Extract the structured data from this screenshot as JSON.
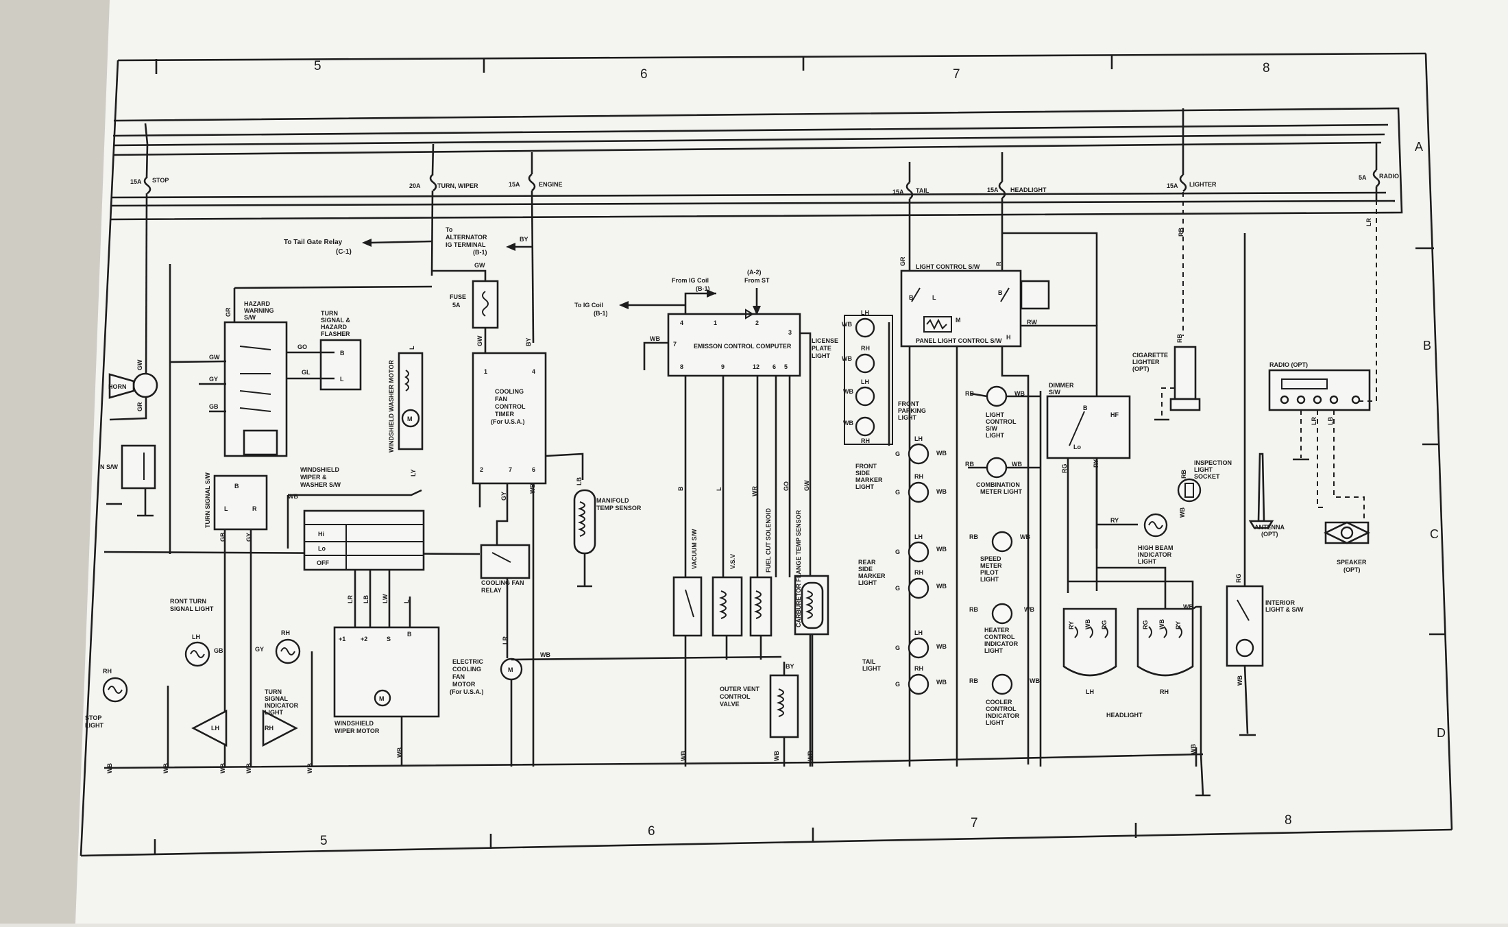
{
  "zones_top": [
    "5",
    "6",
    "7",
    "8"
  ],
  "zones_bottom": [
    "5",
    "6",
    "7",
    "8"
  ],
  "rows": [
    "A",
    "B",
    "C",
    "D"
  ],
  "fuses": [
    {
      "amp": "15A",
      "name": "STOP"
    },
    {
      "amp": "20A",
      "name": "TURN, WIPER"
    },
    {
      "amp": "15A",
      "name": "ENGINE"
    },
    {
      "amp": "15A",
      "name": "TAIL"
    },
    {
      "amp": "15A",
      "name": "HEADLIGHT"
    },
    {
      "amp": "15A",
      "name": "LIGHTER"
    },
    {
      "amp": "5A",
      "name": "RADIO"
    }
  ],
  "refs": {
    "tail_gate": "To Tail Gate Relay",
    "tail_gate_code": "(C-1)",
    "alt_to": "To",
    "alt_name": "ALTERNATOR",
    "alt_ig": "IG TERMINAL",
    "alt_code": "(B-1)",
    "ig_coil_to": "To IG Coil",
    "ig_coil_code": "(B-1)",
    "from_ig": "From IG Coil",
    "from_ig_code": "(B-1)",
    "from_st_code": "(A-2)",
    "from_st": "From ST"
  },
  "components": {
    "hazard": [
      "HAZARD",
      "WARNING",
      "S/W"
    ],
    "flasher": [
      "TURN",
      "SIGNAL &",
      "HAZARD",
      "FLASHER"
    ],
    "horn": "HORN",
    "horn_sw": "N S/W",
    "turn_sw": "TURN SIGNAL S/W",
    "washer_motor": "WINDSHIELD WASHER MOTOR",
    "wiper_sw": [
      "WINDSHIELD",
      "WIPER &",
      "WASHER S/W"
    ],
    "wiper_pos": [
      "Hi",
      "Lo",
      "OFF"
    ],
    "wiper_motor": [
      "WINDSHIELD",
      "WIPER MOTOR"
    ],
    "fuse5a": [
      "FUSE",
      "5A"
    ],
    "timer": [
      "COOLING",
      "FAN",
      "CONTROL",
      "TIMER",
      "(For U.S.A.)"
    ],
    "fan_relay": [
      "COOLING FAN",
      "RELAY"
    ],
    "fan_motor": [
      "ELECTRIC",
      "COOLING",
      "FAN",
      "MOTOR",
      "(For U.S.A.)"
    ],
    "manifold": [
      "MANIFOLD",
      "TEMP SENSOR"
    ],
    "ecc": "EMISSON CONTROL COMPUTER",
    "license": [
      "LICENSE",
      "PLATE",
      "LIGHT"
    ],
    "vacuum": "VACUUM S/W",
    "vsv": "V.S.V",
    "fuel_cut": "FUEL CUT SOLENOID",
    "carb": "CARBURETOR FLANGE TEMP SENSOR",
    "outer_vent": [
      "OUTER VENT",
      "CONTROL",
      "VALVE"
    ],
    "front_turn": [
      "RONT TURN",
      "SIGNAL LIGHT"
    ],
    "turn_ind": [
      "TURN",
      "SIGNAL",
      "INDICATOR",
      "LIGHT"
    ],
    "stop": [
      "STOP",
      "LIGHT"
    ],
    "light_sw": "LIGHT CONTROL S/W",
    "panel_sw": "PANEL LIGHT CONTROL S/W",
    "front_park": [
      "FRONT",
      "PARKING",
      "LIGHT"
    ],
    "front_side": [
      "FRONT",
      "SIDE",
      "MARKER",
      "LIGHT"
    ],
    "rear_side": [
      "REAR",
      "SIDE",
      "MARKER",
      "LIGHT"
    ],
    "tail": [
      "TAIL",
      "LIGHT"
    ],
    "lc_sw": [
      "LIGHT",
      "CONTROL",
      "S/W",
      "LIGHT"
    ],
    "comb": [
      "COMBINATION",
      "METER LIGHT"
    ],
    "speed": [
      "SPEED",
      "METER",
      "PILOT",
      "LIGHT"
    ],
    "heater": [
      "HEATER",
      "CONTROL",
      "INDICATOR",
      "LIGHT"
    ],
    "cooler": [
      "COOLER",
      "CONTROL",
      "INDICATOR",
      "LIGHT"
    ],
    "dimmer": [
      "DIMMER",
      "S/W"
    ],
    "headlight": "HEADLIGHT",
    "cig": [
      "CIGARETTE",
      "LIGHTER",
      "(OPT)"
    ],
    "insp": [
      "INSPECTION",
      "LIGHT",
      "SOCKET"
    ],
    "hibeam": [
      "HIGH BEAM",
      "INDICATOR",
      "LIGHT"
    ],
    "radio": "RADIO (OPT)",
    "antenna": [
      "ANTENNA",
      "(OPT)"
    ],
    "speaker": [
      "SPEAKER",
      "(OPT)"
    ],
    "interior": [
      "INTERIOR",
      "LIGHT & S/W"
    ]
  },
  "tags": {
    "lh": "LH",
    "rh": "RH",
    "m": "M",
    "h": "H",
    "l": "L",
    "b": "B",
    "r": "R",
    "lo": "Lo",
    "hf": "HF",
    "p1": "+1",
    "p2": "+2",
    "s": "S"
  },
  "wires": {
    "gw": "GW",
    "gr": "GR",
    "by": "BY",
    "wb": "WB",
    "go": "GO",
    "gl": "GL",
    "gy": "GY",
    "gb": "GB",
    "lr": "LR",
    "lb": "LB",
    "lw": "LW",
    "ly": "LY",
    "wr": "WR",
    "rb": "RB",
    "rw": "RW",
    "rg": "RG",
    "ry": "RY",
    "g": "G",
    "r": "R",
    "b": "B",
    "l": "L",
    "gw2": "GW"
  },
  "pins": {
    "p1": "1",
    "p2": "2",
    "p3": "3",
    "p4": "4",
    "p5": "5",
    "p6": "6",
    "p7": "7",
    "p8": "8",
    "p9": "9",
    "p12": "12"
  }
}
